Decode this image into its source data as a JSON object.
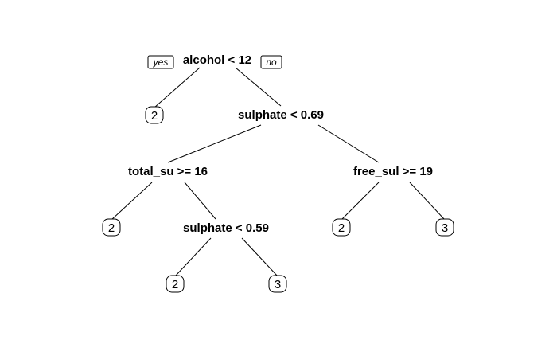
{
  "tree": {
    "branch_tags": {
      "yes": "yes",
      "no": "no"
    },
    "splits": [
      {
        "id": "root",
        "label": "alcohol < 12"
      },
      {
        "id": "s1",
        "label": "sulphate < 0.69"
      },
      {
        "id": "s2",
        "label": "total_su >= 16"
      },
      {
        "id": "s3",
        "label": "free_sul >= 19"
      },
      {
        "id": "s4",
        "label": "sulphate < 0.59"
      }
    ],
    "leaves": [
      {
        "id": "l1",
        "label": "2"
      },
      {
        "id": "l2",
        "label": "2"
      },
      {
        "id": "l3",
        "label": "2"
      },
      {
        "id": "l4",
        "label": "3"
      },
      {
        "id": "l5",
        "label": "2"
      },
      {
        "id": "l6",
        "label": "3"
      }
    ]
  }
}
